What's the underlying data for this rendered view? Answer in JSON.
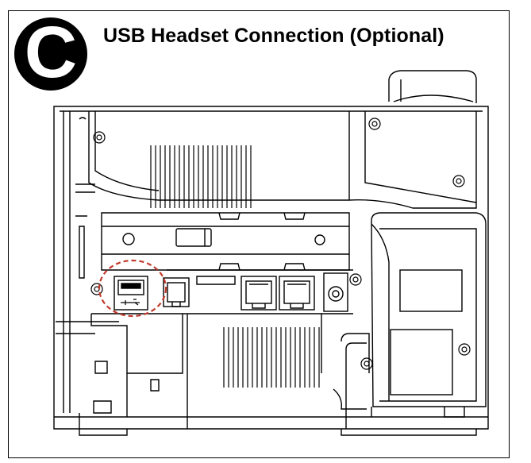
{
  "step": {
    "letter": "C"
  },
  "title": "USB Headset Connection (Optional)",
  "highlight": {
    "target": "usb-port",
    "style": "dashed-circle",
    "color": "#c0392b"
  },
  "icons": {
    "usb_port": "usb-icon",
    "headset_port": "rj9-headset-jack",
    "network_ports": "rj45-jack",
    "power": "power-jack"
  }
}
